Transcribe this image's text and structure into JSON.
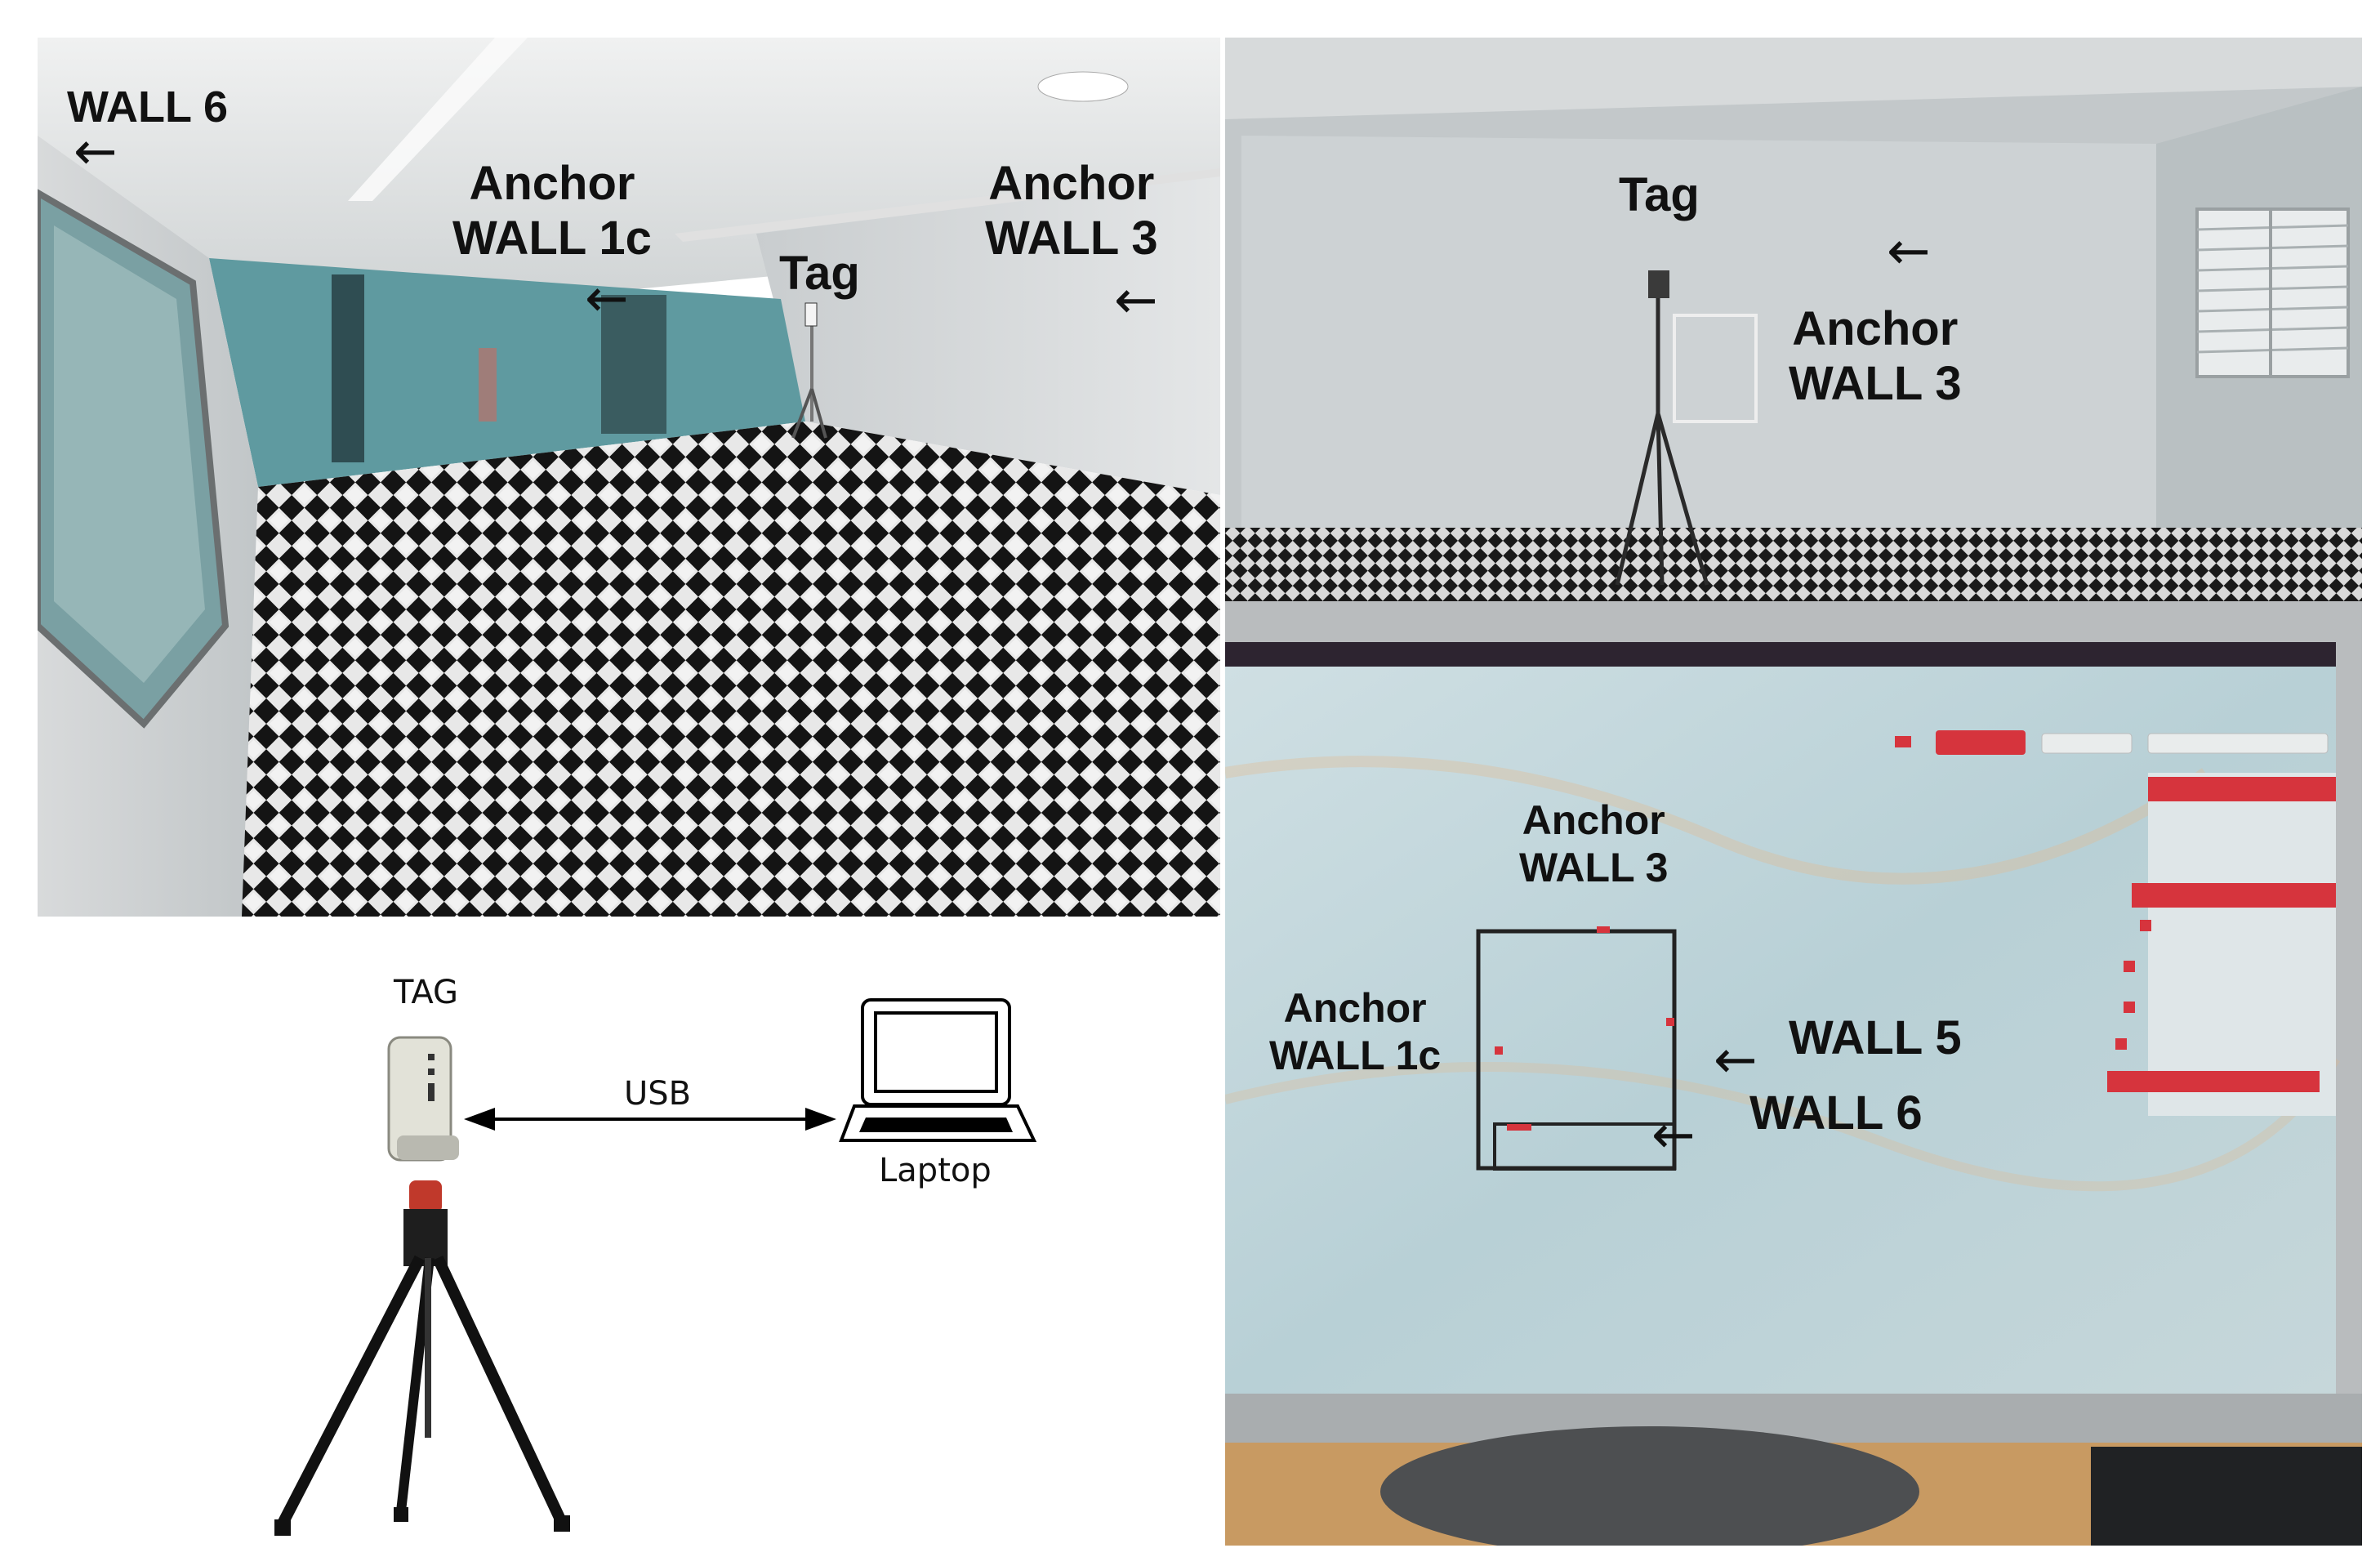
{
  "photo_left": {
    "wall6": "WALL 6",
    "anchor1c": [
      "Anchor",
      "WALL 1c"
    ],
    "tag": "Tag",
    "anchor3": [
      "Anchor",
      "WALL 3"
    ],
    "arrow_glyph": "←"
  },
  "photo_right": {
    "tag": "Tag",
    "anchor3": [
      "Anchor",
      "WALL 3"
    ]
  },
  "monitor": {
    "anchor3": [
      "Anchor",
      "WALL 3"
    ],
    "anchor1c": [
      "Anchor",
      "WALL 1c"
    ],
    "wall5": "WALL 5",
    "wall6": "WALL 6"
  },
  "diagram": {
    "tag_label": "TAG",
    "usb_label": "USB",
    "laptop_label": "Laptop"
  },
  "colors": {
    "floor_dark": "#1a1a1a",
    "floor_light": "#e6e6e6",
    "wall_teal": "#5f9aa0",
    "screen_bg": "#c9d8dd",
    "ui_red": "#d6343d"
  }
}
